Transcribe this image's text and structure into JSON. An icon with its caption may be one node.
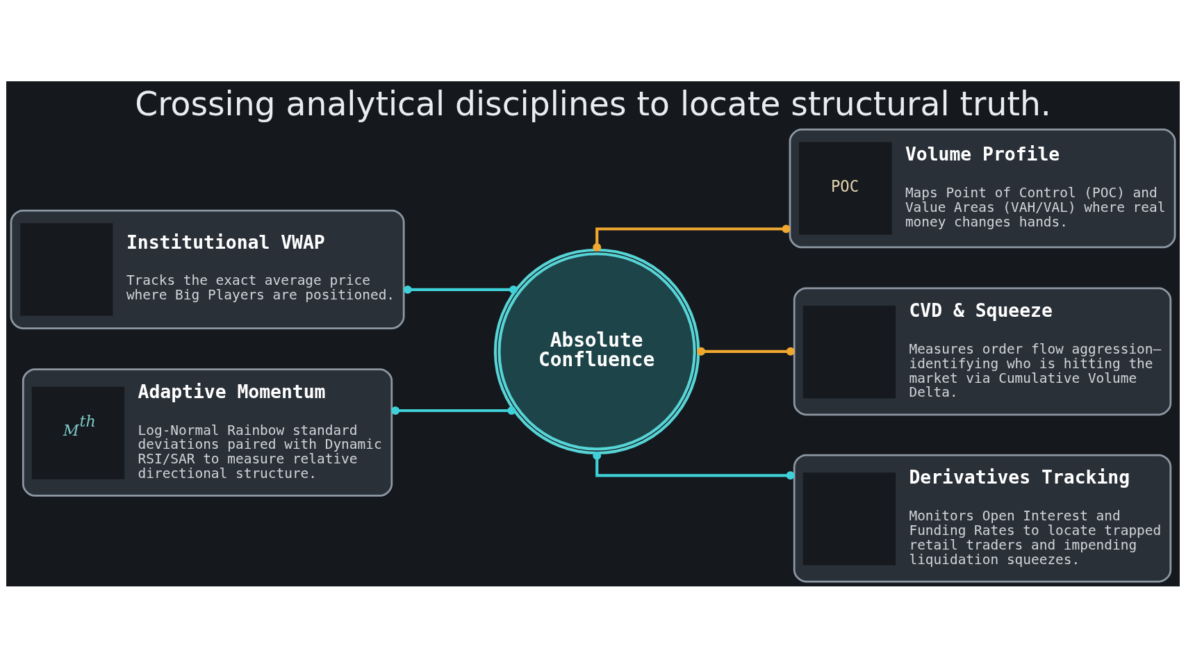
{
  "diagram": {
    "title": "Crossing analytical disciplines to locate structural truth.",
    "nodes": [
      {
        "text": [
          "Institutional VWAP",
          "Tracks the exact average price where Big Players are positioned."
        ]
      },
      {
        "text": [
          "POC",
          "Volume Profile",
          "Maps Point of Control (POC) and Value Areas (VAH/VAL) where real money changes hands."
        ]
      },
      {
        "text": [
          "M$^{th}$",
          "Adaptive Momentum",
          "Log-Normal Rainbow standard deviations paired with Dynamic RSI/SAR to measure relative directional structure."
        ]
      },
      {
        "text": [
          "Absolute Confluence"
        ]
      },
      {
        "text": [
          "CVD & Squeeze",
          "Measures order flow aggression—identifying who is hitting the market via Cumulative Volume Delta."
        ]
      },
      {
        "text": [
          "Derivatives Tracking",
          "Monitors Open Interest and Funding Rates to locate trapped retail traders and impending liquidation squeezes."
        ]
      }
    ],
    "edges": [
      {
        "from": 0,
        "to": 3,
        "arrow": "other"
      },
      {
        "from": 3,
        "to": 1,
        "arrow": "other",
        "color": "#f0a830"
      },
      {
        "from": 2,
        "to": 3,
        "arrow": "other"
      },
      {
        "from": 3,
        "to": 4,
        "arrow": "other",
        "color": "#f0a830"
      },
      {
        "from": 3,
        "to": 5,
        "arrow": "other"
      }
    ]
  }
}
